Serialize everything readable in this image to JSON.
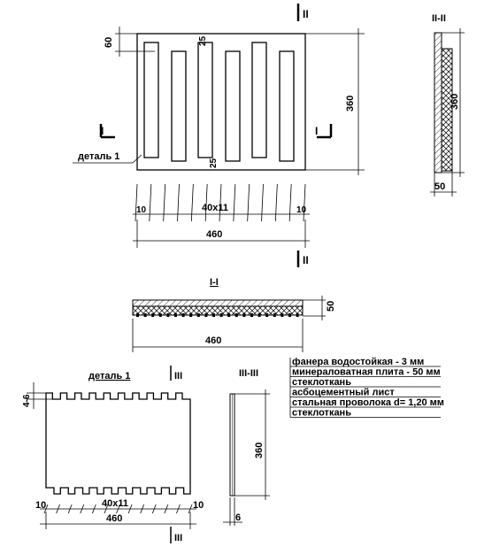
{
  "plan": {
    "dim_top_left": "60",
    "dim_gap_top": "25",
    "dim_gap_bottom": "25",
    "dim_height": "360",
    "section_mark_left": "I",
    "section_mark_right": "I",
    "section_mark_top": "II",
    "section_mark_bottom": "II",
    "detail_label": "деталь 1",
    "dim_edge_left": "10",
    "dim_edge_right": "10",
    "dim_pitch": "40x11",
    "dim_width": "460"
  },
  "section_2": {
    "title": "II-II",
    "dim_height": "360",
    "dim_thickness": "50"
  },
  "section_1": {
    "title": "I-I",
    "dim_thickness": "50",
    "dim_width": "460"
  },
  "detail_1": {
    "title": "деталь 1",
    "section_mark_top": "III",
    "section_mark_bottom": "III",
    "dim_notch": "4-6",
    "dim_edge_left": "10",
    "dim_edge_right": "10",
    "dim_pitch": "40x11",
    "dim_width": "460"
  },
  "section_3": {
    "title": "III-III",
    "dim_height": "360",
    "dim_thickness": "6"
  },
  "legend": {
    "items": [
      "фанера водостойкая - 3 мм",
      "минераловатная плита - 50 мм",
      "стеклоткань",
      "асбоцементный лист",
      "стальная проволока d= 1,20 мм",
      "стеклоткань"
    ]
  }
}
